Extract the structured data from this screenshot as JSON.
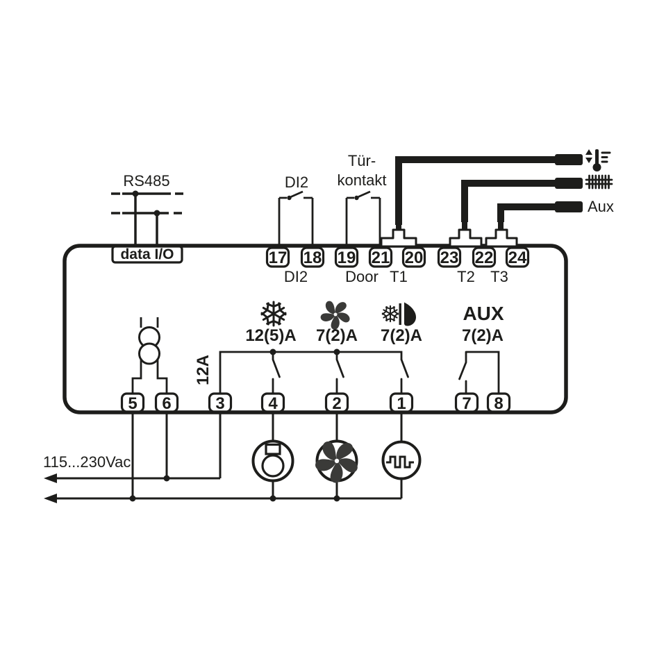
{
  "colors": {
    "ink": "#1d1d1b",
    "paper": "#ffffff",
    "fan_fill": "#3a3a38"
  },
  "rs485": {
    "label": "RS485"
  },
  "data_io": {
    "label": "data I/O"
  },
  "digital_inputs": {
    "di2_label": "DI2",
    "door_label_line1": "Tür-",
    "door_label_line2": "kontakt"
  },
  "top_terminals": [
    "17",
    "18",
    "19",
    "21",
    "20",
    "23",
    "22",
    "24"
  ],
  "top_terminal_groups": {
    "di2": "DI2",
    "door": "Door",
    "t1": "T1",
    "t2": "T2",
    "t3": "T3"
  },
  "probes": {
    "aux_label": "Aux",
    "icons": [
      "room-thermometer-icon",
      "evaporator-coil-icon"
    ]
  },
  "outputs": {
    "compressor_icon": "snowflake-icon",
    "compressor_rating": "12(5)A",
    "fan_icon": "fan-icon",
    "fan_rating": "7(2)A",
    "defrost_icon": "defrost-icon",
    "defrost_rating": "7(2)A",
    "aux_label": "AUX",
    "aux_rating": "7(2)A",
    "common_rating": "12A"
  },
  "bottom_terminals": [
    "5",
    "6",
    "3",
    "4",
    "2",
    "1",
    "7",
    "8"
  ],
  "power": {
    "supply_label": "115...230Vac"
  },
  "loads": {
    "icons": [
      "compressor-icon",
      "fan-icon",
      "heater-square-wave-icon"
    ]
  }
}
